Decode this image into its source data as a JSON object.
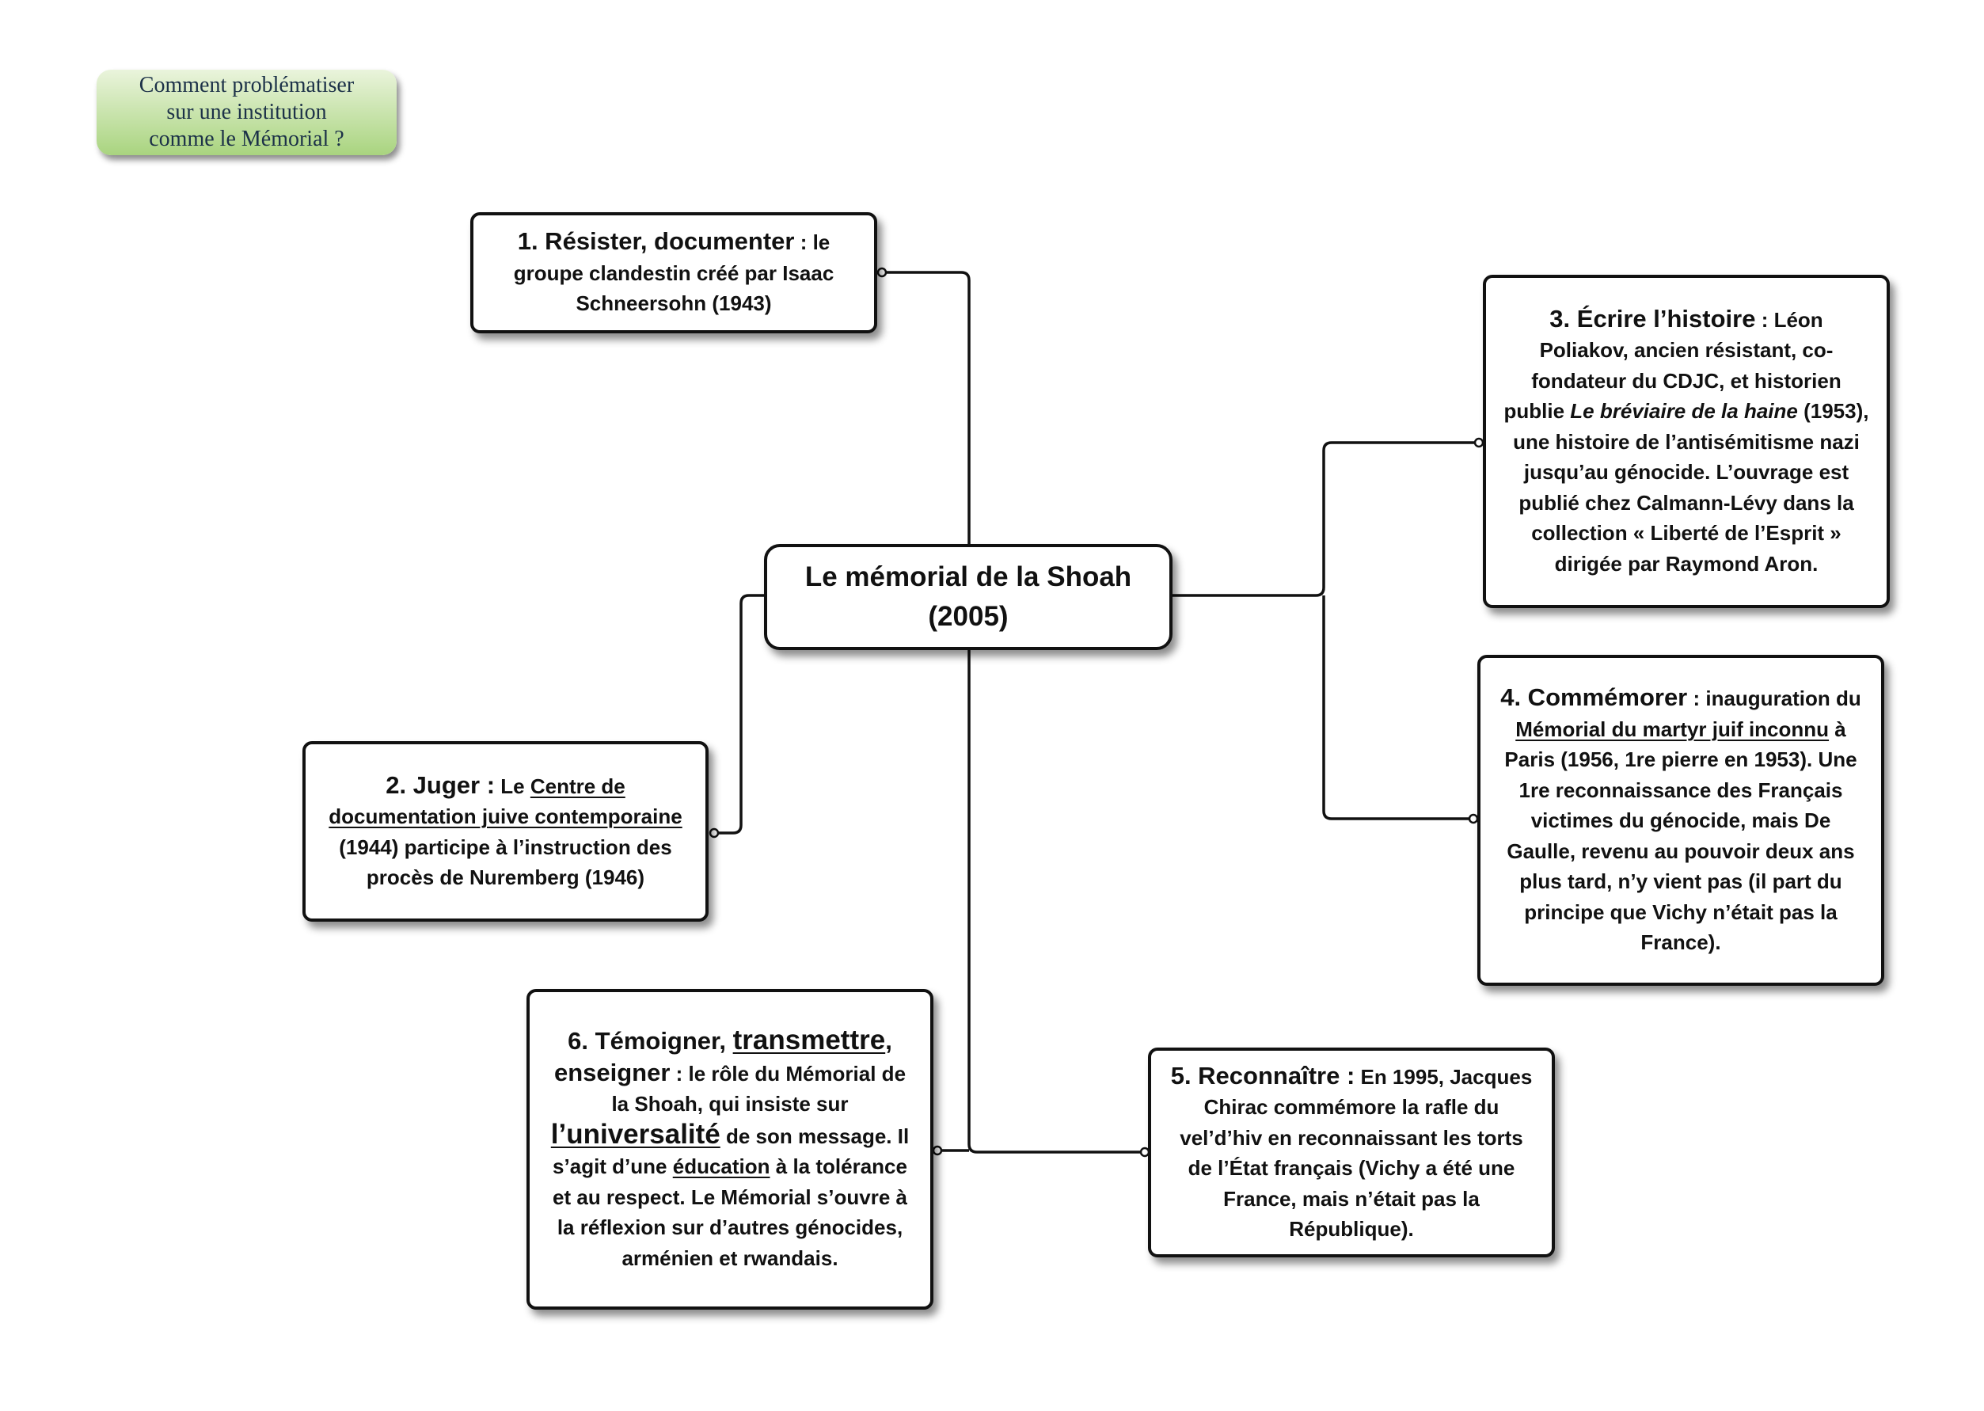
{
  "question": {
    "l1": "Comment problématiser",
    "l2": "sur une institution",
    "l3": "comme le Mémorial ?"
  },
  "center": {
    "l1": "Le mémorial de la Shoah",
    "l2": "(2005)"
  },
  "b1": {
    "k": "1. Résister, documenter",
    "t": " : le groupe clandestin créé par Isaac Schneersohn (1943)"
  },
  "b2": {
    "k": "2. Juger :",
    "t1": " Le ",
    "u": "Centre de documentation juive contemporaine",
    "t2": " (1944) participe à l’instruction des procès de Nuremberg (1946)"
  },
  "b3": {
    "k": "3. Écrire l’histoire",
    "t1": " : Léon Poliakov, ancien résistant,  co-fondateur du CDJC, et historien publie ",
    "i": "Le bréviaire de la haine",
    "t2": " (1953), une histoire de l’antisémitisme nazi jusqu’au génocide. L’ouvrage est publié chez Calmann-Lévy dans la collection « Liberté de l’Esprit » dirigée par Raymond Aron."
  },
  "b4": {
    "k": "4. Commémorer",
    "t1": " : inauguration du ",
    "u": "Mémorial du martyr juif inconnu",
    "t2": " à Paris (1956, 1re pierre en 1953).  Une 1re reconnaissance des Français victimes du génocide, mais De Gaulle, revenu au pouvoir deux ans plus tard, n’y vient pas (il part du principe que Vichy n’était pas la France)."
  },
  "b5": {
    "k": "5. Reconnaître :",
    "t": "  En 1995, Jacques Chirac commémore la rafle du vel’d’hiv en reconnaissant les torts de l’État français (Vichy a été une France, mais n’était pas la République)."
  },
  "b6": {
    "k1": "6. Témoigner, ",
    "u1": "transmettre",
    "k2": ", enseigner",
    "t1": " : le rôle du Mémorial de la Shoah, qui insiste sur ",
    "u2": "l’universalité",
    "t2": " de son message. Il s’agit d’une ",
    "u3": "éducation",
    "t3": " à la tolérance et au respect. Le Mémorial s’ouvre à la réflexion sur d’autres génocides, arménien et rwandais."
  }
}
